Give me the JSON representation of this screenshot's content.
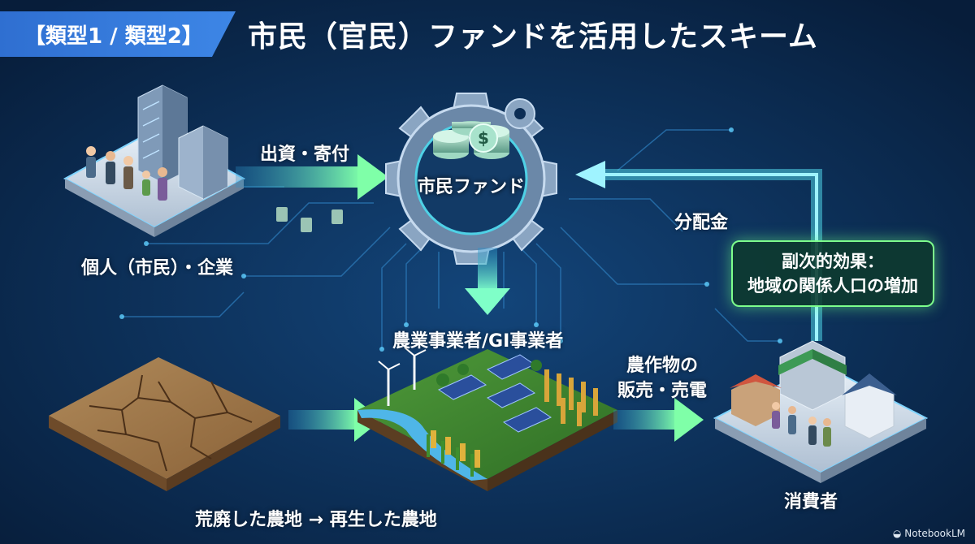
{
  "header": {
    "badge": "【類型1 / 類型2】",
    "title": "市民（官民）ファンドを活用したスキーム"
  },
  "nodes": {
    "investors": "個人（市民）・企業",
    "fund": "市民ファンド",
    "operators": "農業事業者/GI事業者",
    "consumers": "消費者",
    "land_transition": "荒廃した農地 → 再生した農地"
  },
  "flows": {
    "investment": "出資・寄付",
    "dividend": "分配金",
    "sales_line1": "農作物の",
    "sales_line2": "販売・売電"
  },
  "effect": {
    "line1": "副次的効果：",
    "line2": "地域の関係人口の増加"
  },
  "watermark": "NotebookLM",
  "colors": {
    "background": "#0a2547",
    "badge": "#3d86e6",
    "arrow": "#4fd1e6",
    "effect_border": "#7dff8c"
  }
}
